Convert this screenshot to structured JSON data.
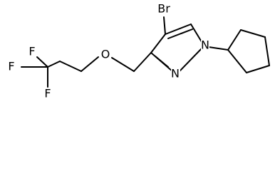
{
  "molecule": {
    "atoms": {
      "br": "Br",
      "n1": "N",
      "n2": "N",
      "o": "O",
      "f1": "F",
      "f2": "F",
      "f3": "F"
    }
  },
  "colors": {
    "bond": "#000000",
    "text": "#000000",
    "background": "#ffffff"
  }
}
